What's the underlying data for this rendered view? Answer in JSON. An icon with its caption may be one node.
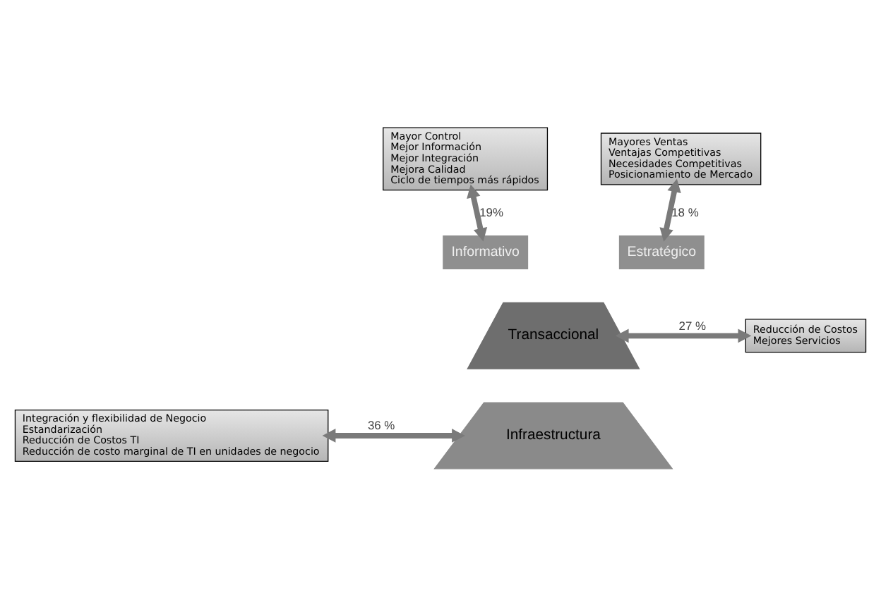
{
  "diagram": {
    "nodes": [
      {
        "text": [
          "Mayor Control",
          "Mejor Información",
          "Mejor Integración",
          "Mejora Calidad",
          "Ciclo de tiempos más rápidos"
        ]
      },
      {
        "text": [
          "Informativo"
        ]
      },
      {
        "text": [
          "Mayores Ventas",
          "Ventajas Competitivas",
          "Necesidades Competitivas",
          "Posicionamiento de Mercado"
        ]
      },
      {
        "text": [
          "Estratégico"
        ]
      },
      {
        "text": [
          "Transaccional"
        ]
      },
      {
        "text": [
          "Reducción de Costos",
          "Mejores Servicios"
        ]
      },
      {
        "text": [
          "Infraestructura"
        ]
      },
      {
        "text": [
          "Integración y flexibilidad de Negocio",
          "Estandarización",
          "Reducción de Costos TI",
          "Reducción de costo marginal de TI en unidades de negocio"
        ]
      }
    ],
    "edges": [
      {
        "from": 0,
        "to": 1,
        "arrow": "both",
        "label": "19%"
      },
      {
        "from": 2,
        "to": 3,
        "arrow": "both",
        "label": "18 %"
      },
      {
        "from": 4,
        "to": 5,
        "arrow": "both",
        "label": "27 %"
      },
      {
        "from": 7,
        "to": 6,
        "arrow": "both",
        "label": "36 %"
      }
    ]
  }
}
